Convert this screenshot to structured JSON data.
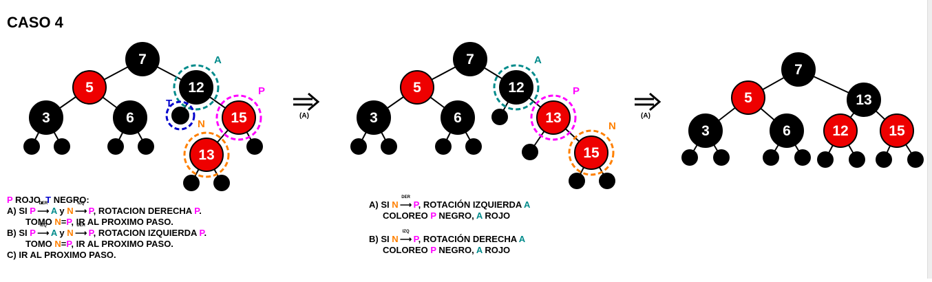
{
  "title": "CASO 4",
  "colors": {
    "red": "#ee0000",
    "black": "#000000",
    "pink": "#ff00ff",
    "blue": "#0000cc",
    "orange": "#ff8000",
    "teal": "#008b8b"
  },
  "trees": [
    {
      "nodes": [
        {
          "id": "7",
          "label": "7",
          "color": "black"
        },
        {
          "id": "5",
          "label": "5",
          "color": "red"
        },
        {
          "id": "12",
          "label": "12",
          "color": "black",
          "ring": "teal",
          "tag": "A"
        },
        {
          "id": "3",
          "label": "3",
          "color": "black"
        },
        {
          "id": "6",
          "label": "6",
          "color": "black"
        },
        {
          "id": "T",
          "label": "",
          "color": "black",
          "ring": "blue",
          "tag": "T"
        },
        {
          "id": "15",
          "label": "15",
          "color": "red",
          "ring": "pink",
          "tag": "P"
        },
        {
          "id": "13",
          "label": "13",
          "color": "red",
          "ring": "orange",
          "tag": "N"
        }
      ]
    },
    {
      "nodes": [
        {
          "id": "7",
          "label": "7",
          "color": "black"
        },
        {
          "id": "5",
          "label": "5",
          "color": "red"
        },
        {
          "id": "12",
          "label": "12",
          "color": "black",
          "ring": "teal",
          "tag": "A"
        },
        {
          "id": "3",
          "label": "3",
          "color": "black"
        },
        {
          "id": "6",
          "label": "6",
          "color": "black"
        },
        {
          "id": "13",
          "label": "13",
          "color": "red",
          "ring": "pink",
          "tag": "P"
        },
        {
          "id": "15",
          "label": "15",
          "color": "red",
          "ring": "orange",
          "tag": "N"
        }
      ]
    },
    {
      "nodes": [
        {
          "id": "7",
          "label": "7",
          "color": "black"
        },
        {
          "id": "5",
          "label": "5",
          "color": "red"
        },
        {
          "id": "13",
          "label": "13",
          "color": "black"
        },
        {
          "id": "3",
          "label": "3",
          "color": "black"
        },
        {
          "id": "6",
          "label": "6",
          "color": "black"
        },
        {
          "id": "12",
          "label": "12",
          "color": "red"
        },
        {
          "id": "15",
          "label": "15",
          "color": "red"
        }
      ]
    }
  ],
  "transitions": [
    {
      "label": "(A)"
    },
    {
      "label": "(A)"
    }
  ],
  "left_rules": {
    "line1": {
      "p": "P",
      "rojo": " ROJO, ",
      "t": "T",
      "negro": " NEGRO:"
    },
    "line2": {
      "prefix": "A) SI ",
      "p": "P",
      "arr1": "DER",
      "a": "A",
      "y": " y ",
      "n": "N",
      "arr2": "IZQ",
      "p2": "P",
      "suffix": ", ROTACION DERECHA ",
      "p3": "P",
      "end": "."
    },
    "line3": {
      "prefix": "TOMO ",
      "n": "N",
      "eq": "=",
      "p": "P",
      "suffix": ", IR AL PROXIMO PASO."
    },
    "line4": {
      "prefix": "B) SI ",
      "p": "P",
      "arr1": "IZQ",
      "a": "A",
      "y": " y ",
      "n": "N",
      "arr2": "DER",
      "p2": "P",
      "suffix": ", ROTACION IZQUIERDA ",
      "p3": "P",
      "end": "."
    },
    "line5": {
      "prefix": "TOMO ",
      "n": "N",
      "eq": "=",
      "p": "P",
      "suffix": ", IR AL PROXIMO PASO."
    },
    "line6": {
      "text": "C) IR AL PROXIMO PASO."
    }
  },
  "middle_rules": {
    "a1": {
      "prefix": "A) SI ",
      "n": "N",
      "arr": "DER",
      "p": "P",
      "suffix": ", ROTACIÓN IZQUIERDA ",
      "a": "A"
    },
    "a2": {
      "prefix": "COLOREO ",
      "p": "P",
      "mid": " NEGRO, ",
      "a": "A",
      "suffix": " ROJO"
    },
    "b1": {
      "prefix": "B) SI ",
      "n": "N",
      "arr": "IZQ",
      "p": "P",
      "suffix": ", ROTACIÓN DERECHA ",
      "a": "A"
    },
    "b2": {
      "prefix": "COLOREO ",
      "p": "P",
      "mid": " NEGRO, ",
      "a": "A",
      "suffix": " ROJO"
    }
  }
}
